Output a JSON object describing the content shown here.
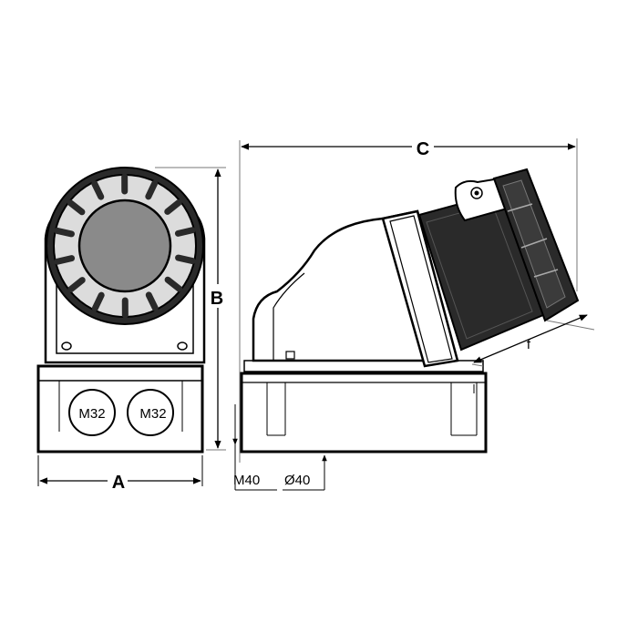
{
  "dimensions": {
    "a": "A",
    "b": "B",
    "c": "C",
    "f": "f"
  },
  "front_view": {
    "glands": [
      "M32",
      "M32"
    ]
  },
  "side_view": {
    "thread_label": "M40",
    "diameter_label": "Ø40"
  },
  "colors": {
    "body_fill": "#ffffff",
    "socket_fill": "#2a2a2a",
    "lid_fill": "#dcdcdc",
    "face_fill": "#8a8a8a",
    "line": "#000000",
    "dim_line": "#555555"
  }
}
